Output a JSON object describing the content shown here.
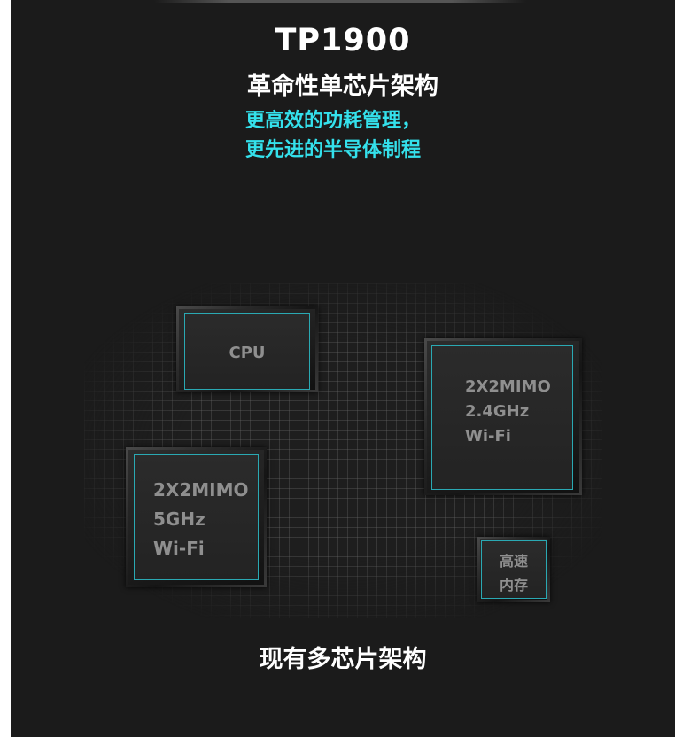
{
  "header": {
    "title": "TP1900",
    "subtitle": "革命性单芯片架构",
    "features": [
      "更高效的功耗管理，",
      "更先进的半导体制程"
    ]
  },
  "diagram": {
    "chips": {
      "cpu": {
        "lines": [
          "CPU"
        ]
      },
      "wifi_24": {
        "lines": [
          "2X2MIMO",
          "2.4GHz",
          "Wi-Fi"
        ]
      },
      "wifi_5": {
        "lines": [
          "2X2MIMO",
          "5GHz",
          "Wi-Fi"
        ]
      },
      "memory": {
        "lines": [
          "高速",
          "内存"
        ]
      }
    },
    "caption": "现有多芯片架构"
  },
  "colors": {
    "background": "#1b1b1b",
    "accent": "#34e1ec",
    "chip_border": "#2aa9b3",
    "chip_text": "#8f8f8f"
  }
}
